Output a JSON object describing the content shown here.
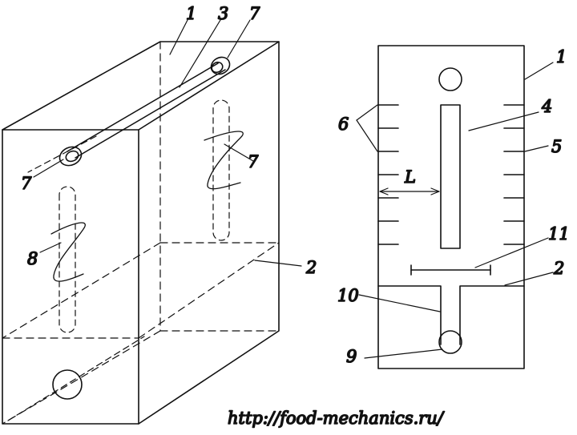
{
  "diagram": {
    "left_view": {
      "labels": {
        "l1": "1",
        "l3": "3",
        "l7a": "7",
        "l7b": "7",
        "l7c": "7",
        "l8": "8",
        "l2": "2"
      }
    },
    "right_view": {
      "labels": {
        "l1": "1",
        "l4": "4",
        "l5": "5",
        "l6": "6",
        "l11": "11",
        "l2": "2",
        "l10": "10",
        "l9": "9"
      },
      "dimension_label": "L"
    },
    "source_url": "http://food-mechanics.ru/"
  },
  "colors": {
    "line": "#111111",
    "background": "#ffffff"
  }
}
